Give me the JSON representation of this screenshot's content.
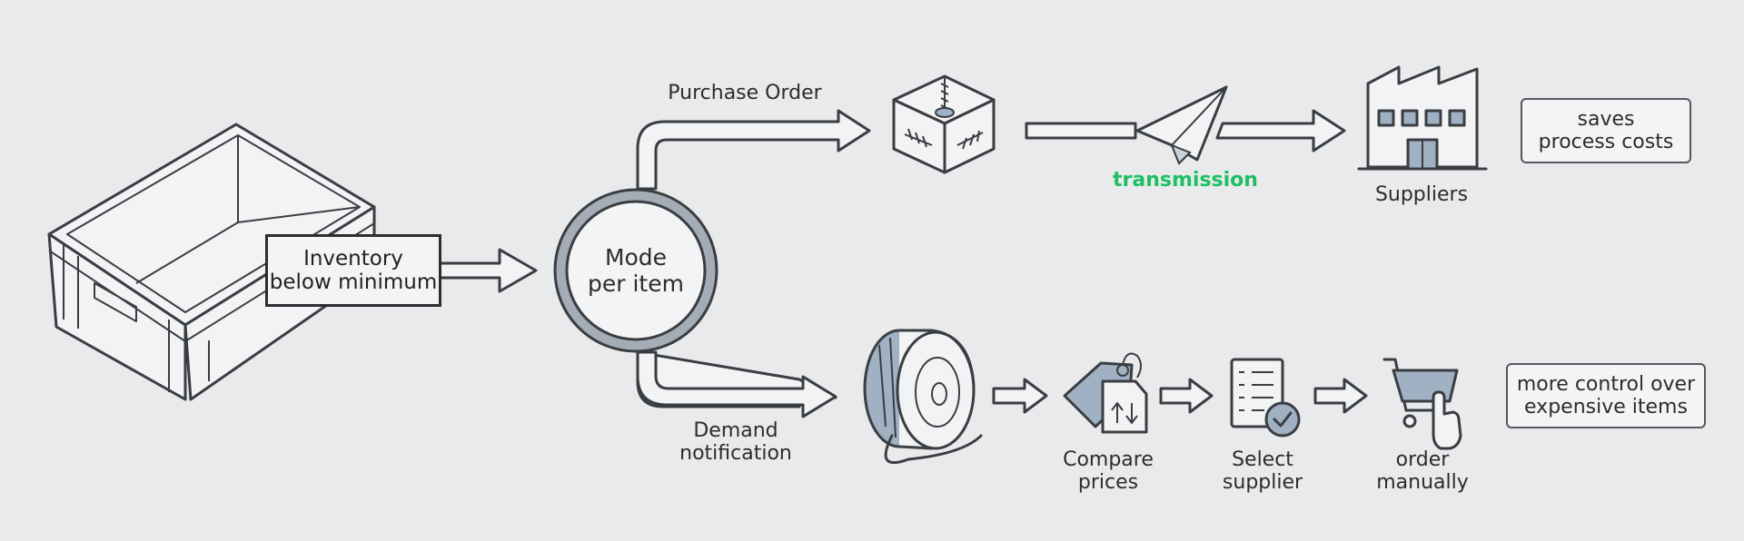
{
  "labels": {
    "inventory_line1": "Inventory",
    "inventory_line2": "below minimum",
    "mode_line1": "Mode",
    "mode_line2": "per item",
    "purchase_order": "Purchase Order",
    "transmission": "transmission",
    "suppliers": "Suppliers",
    "saves_line1": "saves",
    "saves_line2": "process costs",
    "demand_line1": "Demand",
    "demand_line2": "notification",
    "compare_line1": "Compare",
    "compare_line2": "prices",
    "select_line1": "Select",
    "select_line2": "supplier",
    "order_line1": "order",
    "order_line2": "manually",
    "control_line1": "more control over",
    "control_line2": "expensive items"
  },
  "colors": {
    "background": "#e9eaec",
    "stroke": "#3a3d41",
    "icon_fill": "#9fb1c2",
    "accent_green": "#1fbf63"
  },
  "icons": [
    "storage-bin-icon",
    "screw-box-icon",
    "paper-plane-icon",
    "factory-icon",
    "cable-reel-icon",
    "price-tags-icon",
    "checklist-icon",
    "shopping-cart-icon"
  ]
}
